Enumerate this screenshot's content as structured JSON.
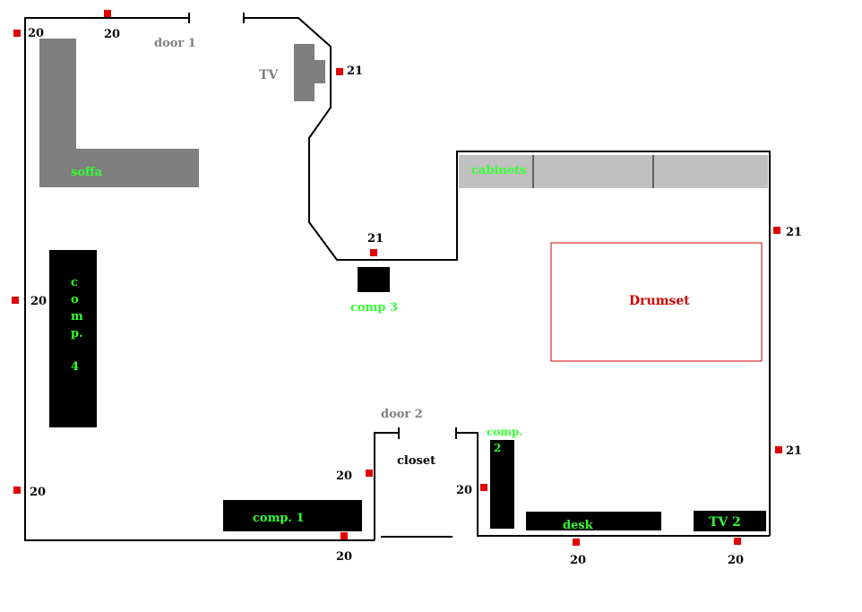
{
  "colors": {
    "wall": "#000000",
    "furniture_dark": "#000000",
    "furniture_gray": "#7f7f7f",
    "cabinet_gray": "#c0c0c0",
    "outlet": "#e00000",
    "green_label": "#33ff33",
    "gray_label": "#808080",
    "drumset": "#cc0000",
    "black_label": "#000000"
  },
  "labels": {
    "door1": "door 1",
    "door2": "door 2",
    "tv": "TV",
    "sofa": "soffa",
    "cabinets": "cabinets",
    "drumset": "Drumset",
    "comp1": "comp. 1",
    "comp2_line1": "comp.",
    "comp2_line2": "2",
    "comp3": "comp 3",
    "comp4": [
      "c",
      "o",
      "m",
      "p.",
      "",
      "4"
    ],
    "closet": "closet",
    "desk": "desk",
    "tv2": "TV 2"
  },
  "outlets": [
    {
      "id": "top-left-corner",
      "number": "20"
    },
    {
      "id": "top-wall",
      "number": "20"
    },
    {
      "id": "tv-wall",
      "number": "21"
    },
    {
      "id": "notch-bottom",
      "number": "21"
    },
    {
      "id": "right-wall-upper",
      "number": "21"
    },
    {
      "id": "left-wall-mid",
      "number": "20"
    },
    {
      "id": "right-wall-lower",
      "number": "21"
    },
    {
      "id": "left-wall-lower",
      "number": "20"
    },
    {
      "id": "closet-left",
      "number": "20"
    },
    {
      "id": "closet-right",
      "number": "20"
    },
    {
      "id": "bottom-comp1",
      "number": "20"
    },
    {
      "id": "bottom-desk",
      "number": "20"
    },
    {
      "id": "bottom-tv2",
      "number": "20"
    }
  ]
}
